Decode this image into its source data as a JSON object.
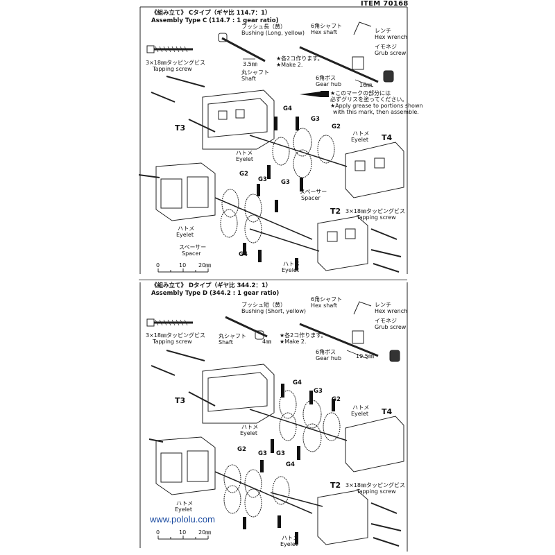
{
  "header": {
    "item": "ITEM 70168"
  },
  "panel_c": {
    "title_jp": "《組み立て》 Cタイプ（ギヤ比 114.7：1）",
    "title_en": "Assembly      Type C (114.7 : 1 gear ratio)",
    "bushing_jp": "ブッシュ長（黄）",
    "bushing_en": "Bushing (Long, yellow)",
    "bushing_dim": "3.5㎜",
    "shaft_jp": "丸シャフト",
    "shaft_en": "Shaft",
    "make2_jp": "★各2コ作ります。",
    "make2_en": "★Make 2.",
    "hexshaft_jp": "6角シャフト",
    "hexshaft_en": "Hex shaft",
    "wrench_jp": "レンチ",
    "wrench_en": "Hex wrench",
    "grub_jp": "イモネジ",
    "grub_en": "Grub screw",
    "gearhub_jp": "6角ボス",
    "gearhub_en": "Gear hub",
    "hub_dim": "16㎜",
    "screw_jp": "3×18㎜タッピングビス",
    "screw_en": "Tapping screw",
    "grease_1": "★このマークの部分には",
    "grease_2": "必ずグリスを塗ってください。",
    "grease_3": "★Apply grease to portions shown",
    "grease_4": "with this mark, then assemble.",
    "t3": "T3",
    "t4": "T4",
    "t2": "T2",
    "g4a": "G4",
    "g3a": "G3",
    "g2a": "G2",
    "g2b": "G2",
    "g3b": "G3",
    "g3c": "G3",
    "g4b": "G4",
    "eyelet_jp": "ハトメ",
    "eyelet_en": "Eyelet",
    "spacer_jp": "スペーサー",
    "spacer_en": "Spacer",
    "screw2_jp": "3×18㎜タッピングビス",
    "screw2_en": "Tapping screw",
    "scale_0": "0",
    "scale_10": "10",
    "scale_20": "20㎜"
  },
  "panel_d": {
    "title_jp": "《組み立て》 Dタイプ（ギヤ比 344.2：1）",
    "title_en": "Assembly      Type D (344.2 : 1 gear ratio)",
    "bushing_jp": "ブッシュ短（黄）",
    "bushing_en": "Bushing (Short, yellow)",
    "bushing_dim": "4㎜",
    "shaft_jp": "丸シャフト",
    "shaft_en": "Shaft",
    "make2_jp": "★各2コ作ります。",
    "make2_en": "★Make 2.",
    "hexshaft_jp": "6角シャフト",
    "hexshaft_en": "Hex shaft",
    "wrench_jp": "レンチ",
    "wrench_en": "Hex wrench",
    "grub_jp": "イモネジ",
    "grub_en": "Grub screw",
    "gearhub_jp": "6角ボス",
    "gearhub_en": "Gear hub",
    "hub_dim": "19.5㎜",
    "screw_jp": "3×18㎜タッピングビス",
    "screw_en": "Tapping screw",
    "t3": "T3",
    "t4": "T4",
    "t2": "T2",
    "g4a": "G4",
    "g3a": "G3",
    "g2a": "G2",
    "g2b": "G2",
    "g3b": "G3",
    "g3c": "G3",
    "g4b": "G4",
    "eyelet_jp": "ハトメ",
    "eyelet_en": "Eyelet",
    "screw2_jp": "3×18㎜タッピングビス",
    "screw2_en": "Tapping screw",
    "scale_0": "0",
    "scale_10": "10",
    "scale_20": "20㎜"
  },
  "footer": {
    "url": "www.pololu.com"
  }
}
